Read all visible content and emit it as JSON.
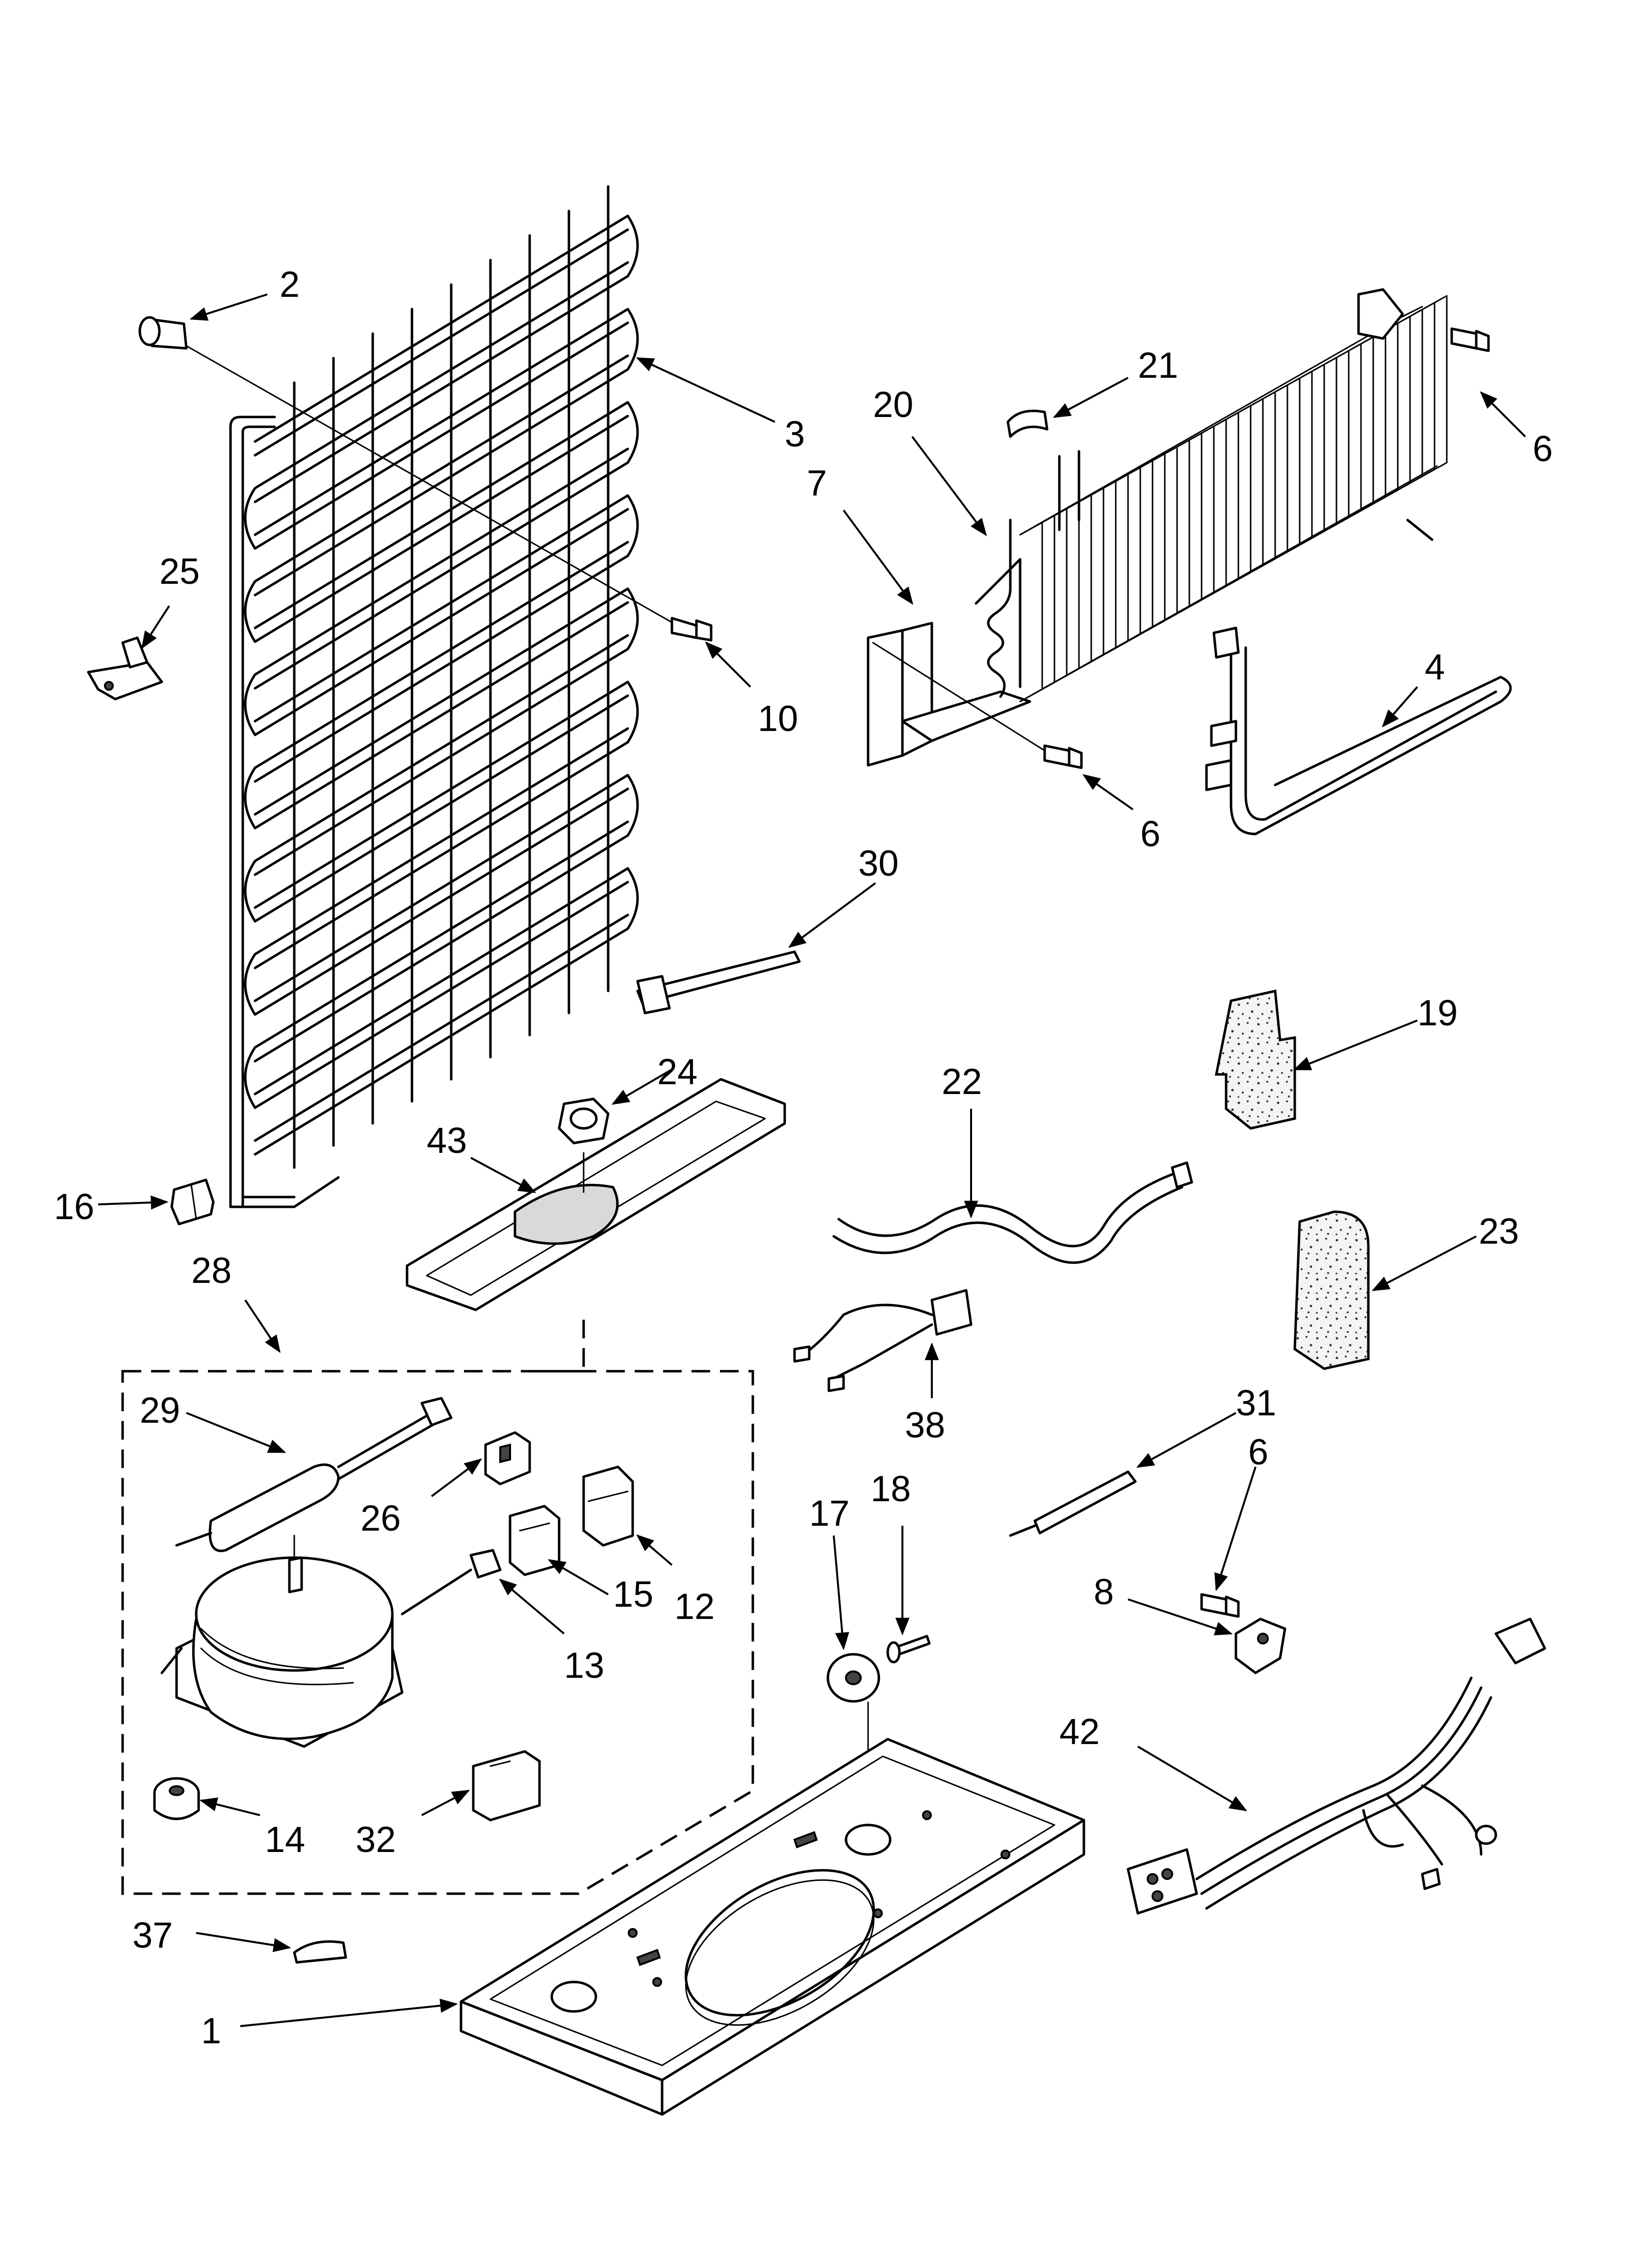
{
  "callouts": [
    {
      "id": "1",
      "text": "1"
    },
    {
      "id": "2",
      "text": "2"
    },
    {
      "id": "3",
      "text": "3"
    },
    {
      "id": "4",
      "text": "4"
    },
    {
      "id": "6a",
      "text": "6"
    },
    {
      "id": "6b",
      "text": "6"
    },
    {
      "id": "6c",
      "text": "6"
    },
    {
      "id": "7",
      "text": "7"
    },
    {
      "id": "8",
      "text": "8"
    },
    {
      "id": "10",
      "text": "10"
    },
    {
      "id": "12",
      "text": "12"
    },
    {
      "id": "13",
      "text": "13"
    },
    {
      "id": "14",
      "text": "14"
    },
    {
      "id": "15",
      "text": "15"
    },
    {
      "id": "16",
      "text": "16"
    },
    {
      "id": "17",
      "text": "17"
    },
    {
      "id": "18",
      "text": "18"
    },
    {
      "id": "19",
      "text": "19"
    },
    {
      "id": "20",
      "text": "20"
    },
    {
      "id": "21",
      "text": "21"
    },
    {
      "id": "22",
      "text": "22"
    },
    {
      "id": "23",
      "text": "23"
    },
    {
      "id": "24",
      "text": "24"
    },
    {
      "id": "25",
      "text": "25"
    },
    {
      "id": "26",
      "text": "26"
    },
    {
      "id": "28",
      "text": "28"
    },
    {
      "id": "29",
      "text": "29"
    },
    {
      "id": "30",
      "text": "30"
    },
    {
      "id": "31",
      "text": "31"
    },
    {
      "id": "32",
      "text": "32"
    },
    {
      "id": "37",
      "text": "37"
    },
    {
      "id": "38",
      "text": "38"
    },
    {
      "id": "42",
      "text": "42"
    },
    {
      "id": "43",
      "text": "43"
    }
  ]
}
